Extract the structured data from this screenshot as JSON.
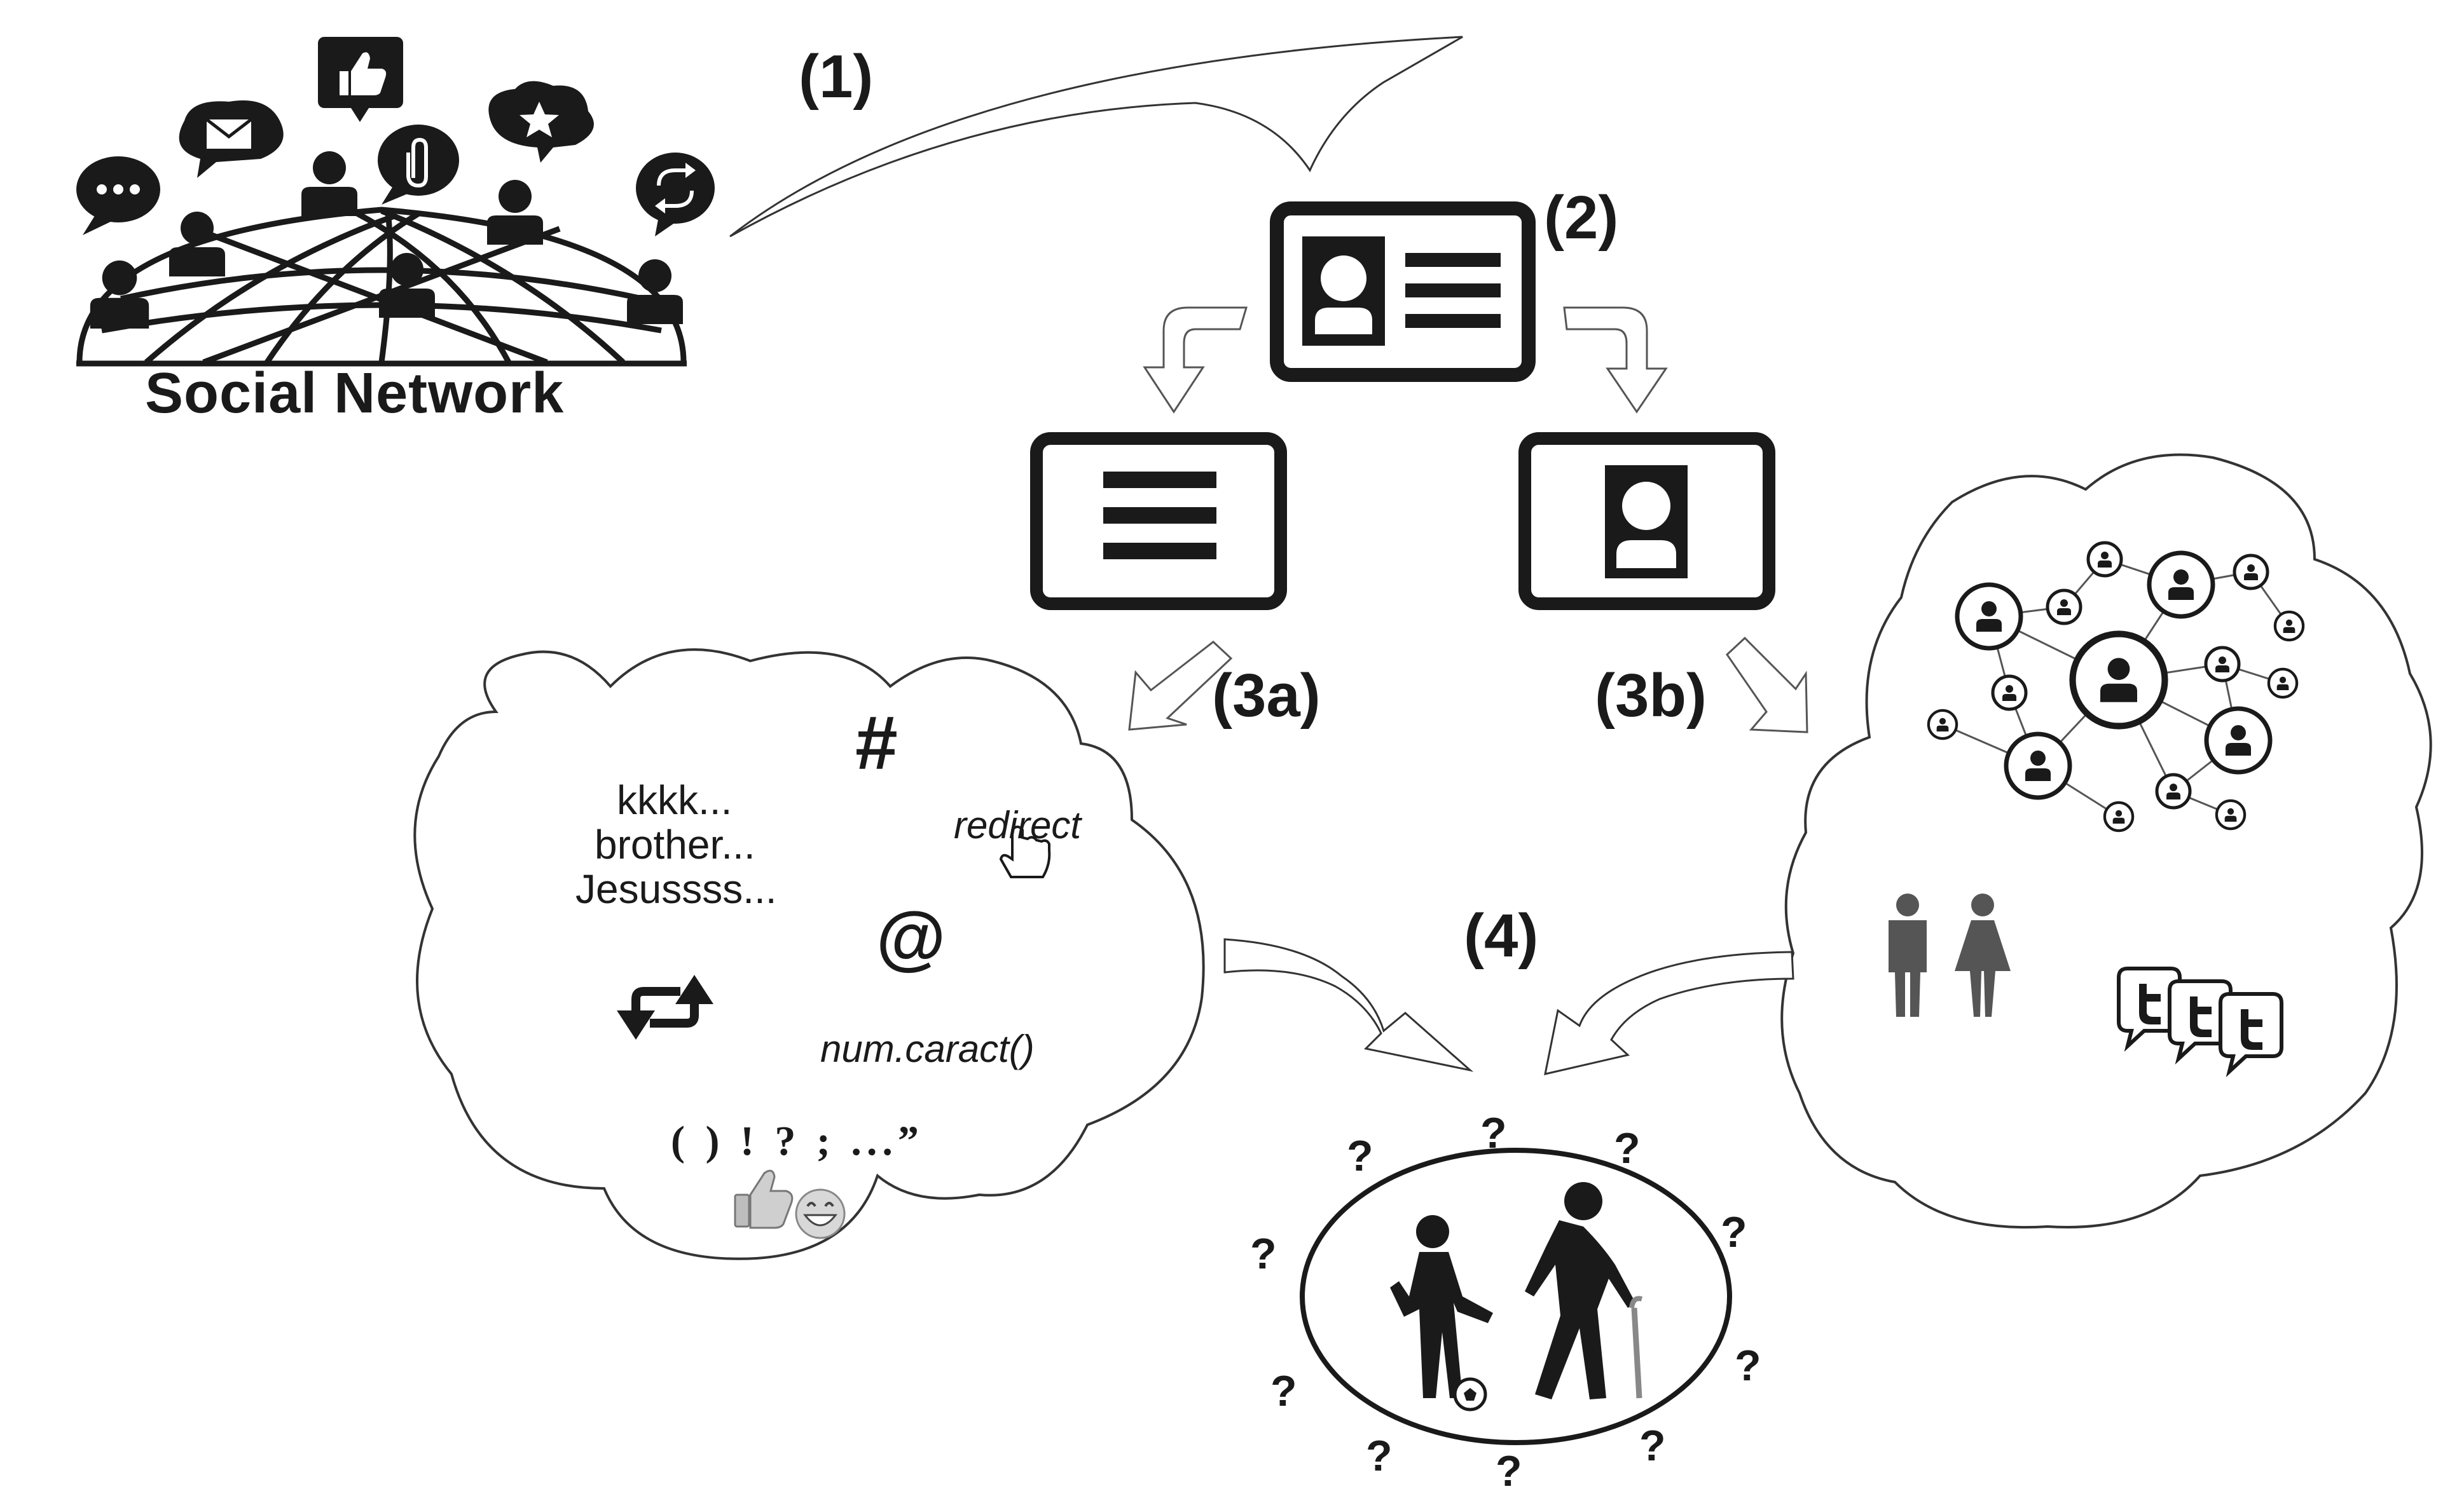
{
  "steps": {
    "s1": "(1)",
    "s2": "(2)",
    "s3a": "(3a)",
    "s3b": "(3b)",
    "s4": "(4)"
  },
  "social_network": {
    "label": "Social Network"
  },
  "text_cloud": {
    "lines": [
      "kkkk...",
      "brother...",
      "Jesussss..."
    ],
    "hashtag": "#",
    "redirect": "redirect",
    "at": "@",
    "function": "num.caract()",
    "punctuation": "( ) ! ? ; ...”"
  },
  "mark": "?",
  "colors": {
    "ink": "#1a1a1a",
    "gray_figure": "#555555",
    "outline": "#333333"
  },
  "icons": [
    "speech-bubble-icon",
    "like-icon",
    "mail-icon",
    "attachment-icon",
    "star-icon",
    "refresh-icon",
    "profile-card-icon",
    "text-card-icon",
    "photo-card-icon",
    "retweet-icon",
    "thumbs-up-icon",
    "smile-icon",
    "network-graph-icon",
    "man-icon",
    "woman-icon",
    "twitter-icon",
    "child-icon",
    "elderly-icon",
    "ball-icon"
  ]
}
